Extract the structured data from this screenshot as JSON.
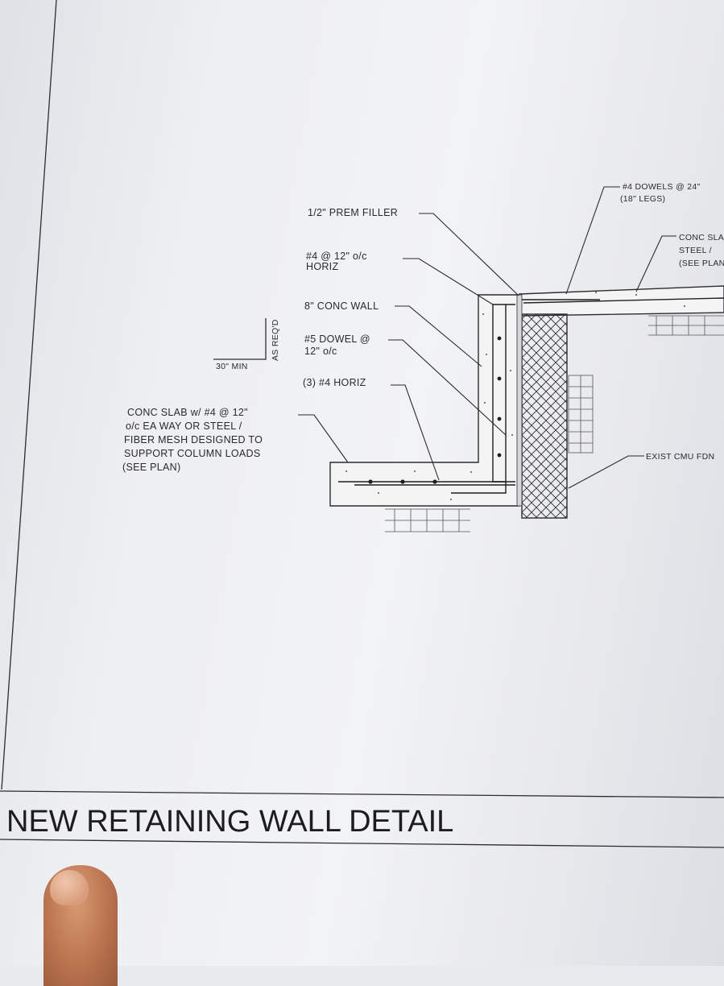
{
  "title": "NEW RETAINING WALL DETAIL",
  "labels": {
    "filler": "1/2\" PREM FILLER",
    "horiz_bar_line1": "#4 @ 12\" o/c",
    "horiz_bar_line2": "HORIZ",
    "wall": "8\" CONC WALL",
    "dowel_line1": "#5 DOWEL @",
    "dowel_line2": "12\" o/c",
    "horiz3": "(3) #4 HORIZ",
    "slab_line1": "CONC SLAB w/ #4 @ 12\"",
    "slab_line2": "o/c EA WAY OR STEEL /",
    "slab_line3": "FIBER MESH DESIGNED TO",
    "slab_line4": "SUPPORT COLUMN LOADS",
    "slab_line5": "(SEE PLAN)",
    "top_dowels_line1": "#4 DOWELS @ 24\"",
    "top_dowels_line2": "(18\" LEGS)",
    "top_slab_line1": "CONC SLAB",
    "top_slab_line2": "STEEL /",
    "top_slab_line3": "(SEE PLAN)",
    "exist_cmu": "EXIST CMU FDN",
    "dim_min": "30\" MIN",
    "dim_req": "AS REQ'D"
  }
}
